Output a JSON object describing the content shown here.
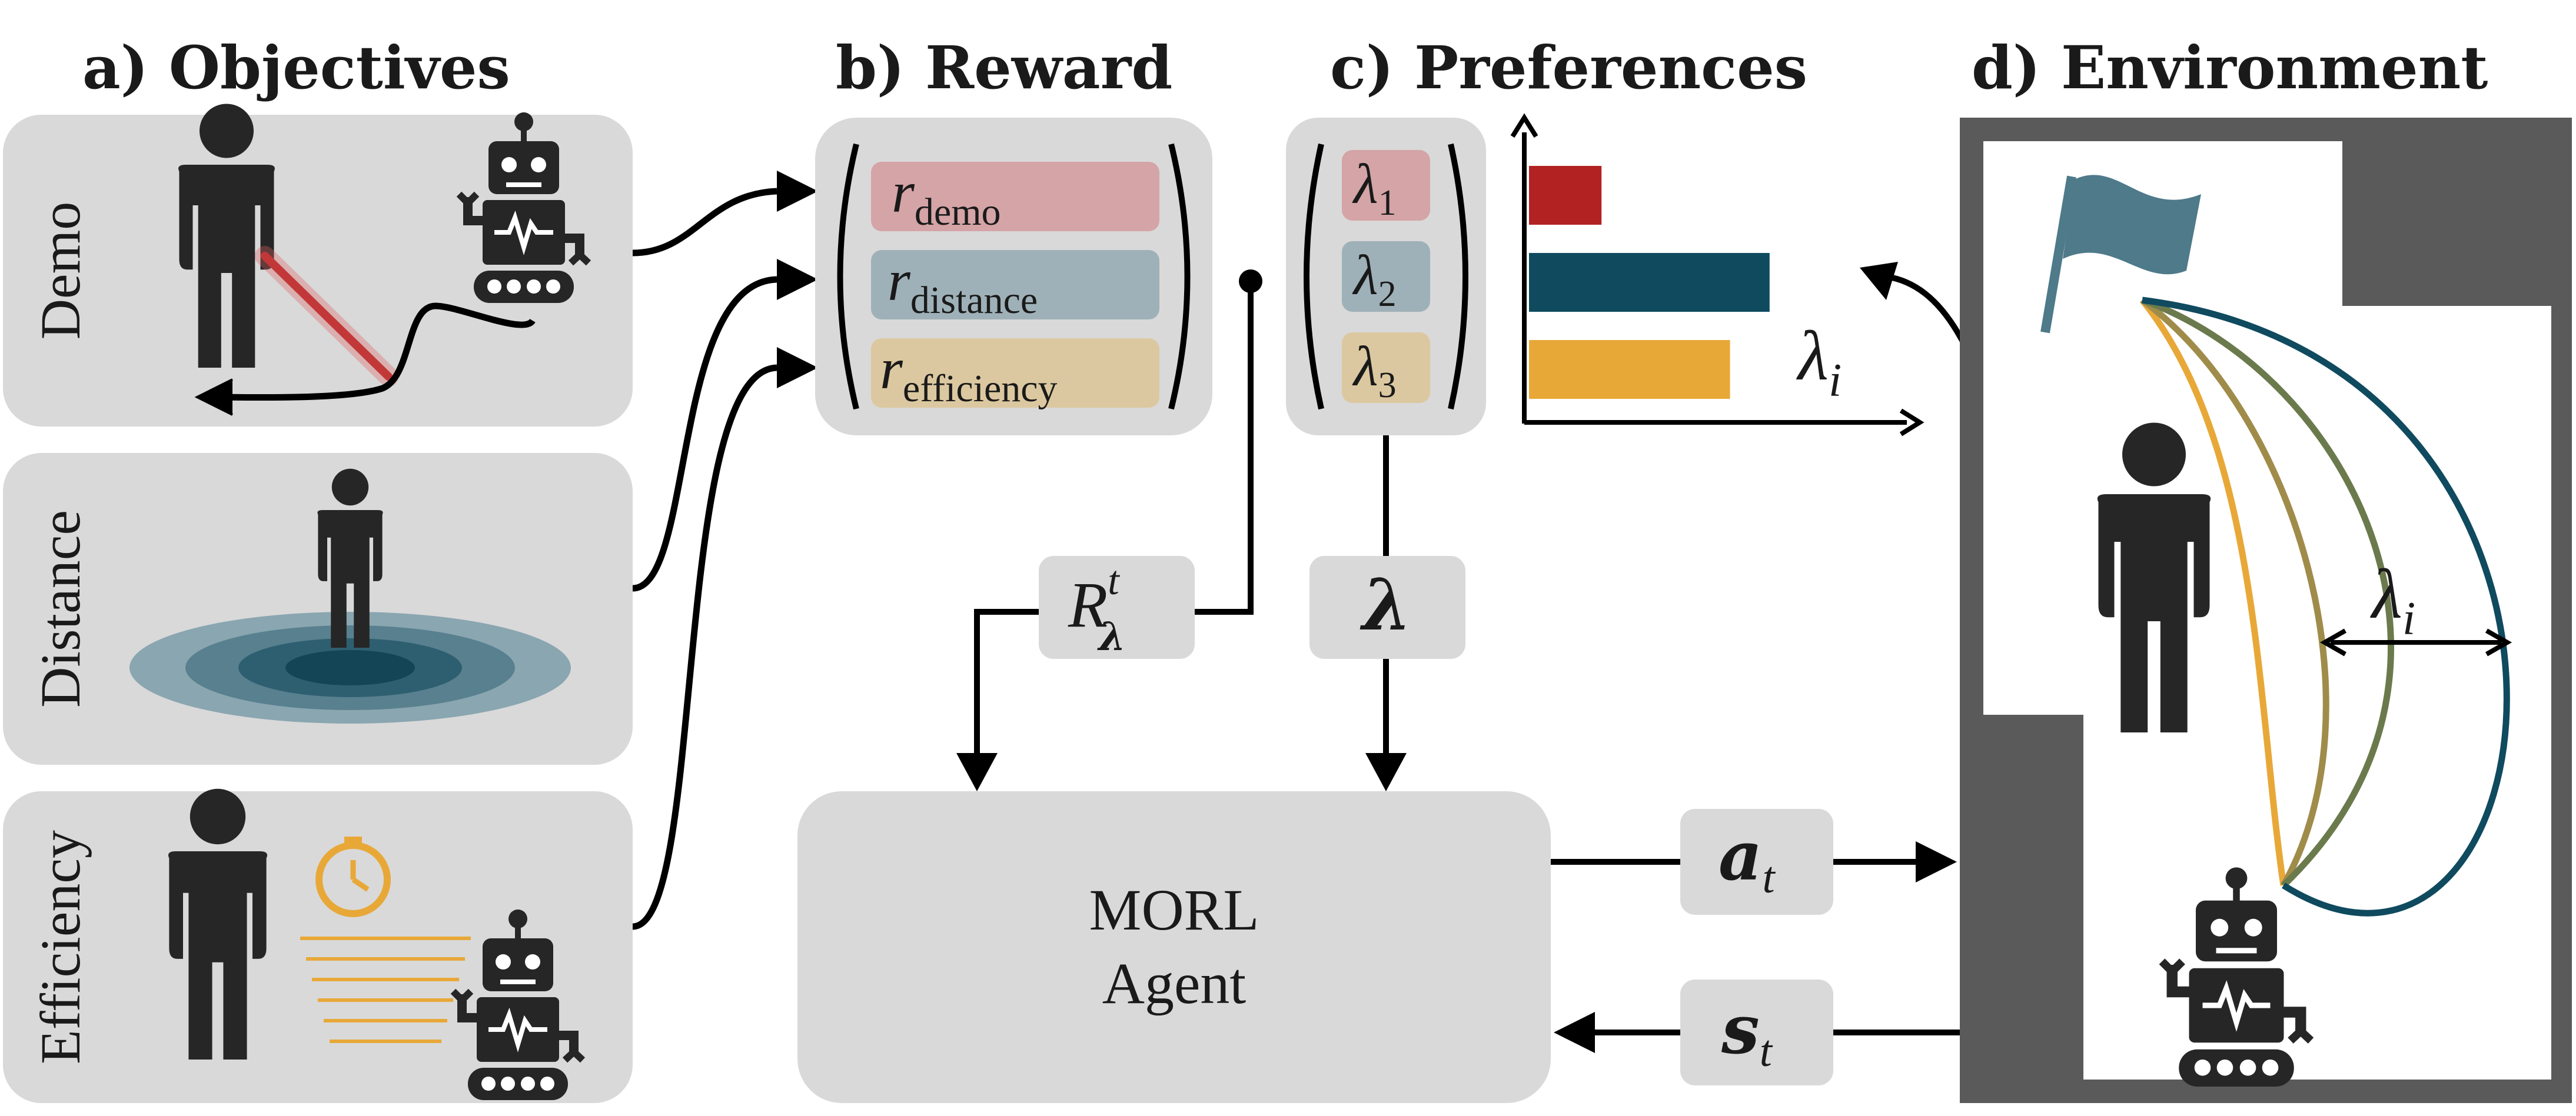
{
  "headings": {
    "objectives": "a) Objectives",
    "reward": "b) Reward",
    "preferences": "c) Preferences",
    "environment": "d) Environment"
  },
  "objectives": [
    {
      "label": "Demo"
    },
    {
      "label": "Distance"
    },
    {
      "label": "Efficiency"
    }
  ],
  "reward_terms": [
    {
      "symbol": "r",
      "subscript": "demo",
      "color": "#d4a4a6"
    },
    {
      "symbol": "r",
      "subscript": "distance",
      "color": "#9fb1b8"
    },
    {
      "symbol": "r",
      "subscript": "efficiency",
      "color": "#dcc8a0"
    }
  ],
  "dot_operator": "•",
  "preference_terms": [
    {
      "symbol": "λ",
      "subscript": "1",
      "color": "#d4a4a6"
    },
    {
      "symbol": "λ",
      "subscript": "2",
      "color": "#9fb1b8"
    },
    {
      "symbol": "λ",
      "subscript": "3",
      "color": "#dcc8a0"
    }
  ],
  "bar_chart": {
    "axis_label_symbol": "λ",
    "axis_label_sub": "i",
    "bars": [
      {
        "value": 0.22,
        "color": "#b22222"
      },
      {
        "value": 0.73,
        "color": "#0f4a5f"
      },
      {
        "value": 0.61,
        "color": "#e8a838"
      }
    ]
  },
  "signals": {
    "return_symbol": "R",
    "return_sup": "t",
    "return_sub": "λ",
    "lambda": "λ",
    "action_symbol": "a",
    "action_sub": "t",
    "state_symbol": "s",
    "state_sub": "t"
  },
  "agent": {
    "line1": "MORL",
    "line2": "Agent"
  },
  "environment": {
    "lambda_symbol": "λ",
    "lambda_sub": "i",
    "trajectory_colors": [
      "#e8a838",
      "#a08c4a",
      "#6b7a4c",
      "#0f4a5f"
    ]
  },
  "colors": {
    "panel_gray": "#d9d9d9",
    "dark": "#262626",
    "env_wall": "#5a5a5a",
    "teal": "#4e7a8a",
    "gold": "#e8a838",
    "red": "#b22222"
  }
}
